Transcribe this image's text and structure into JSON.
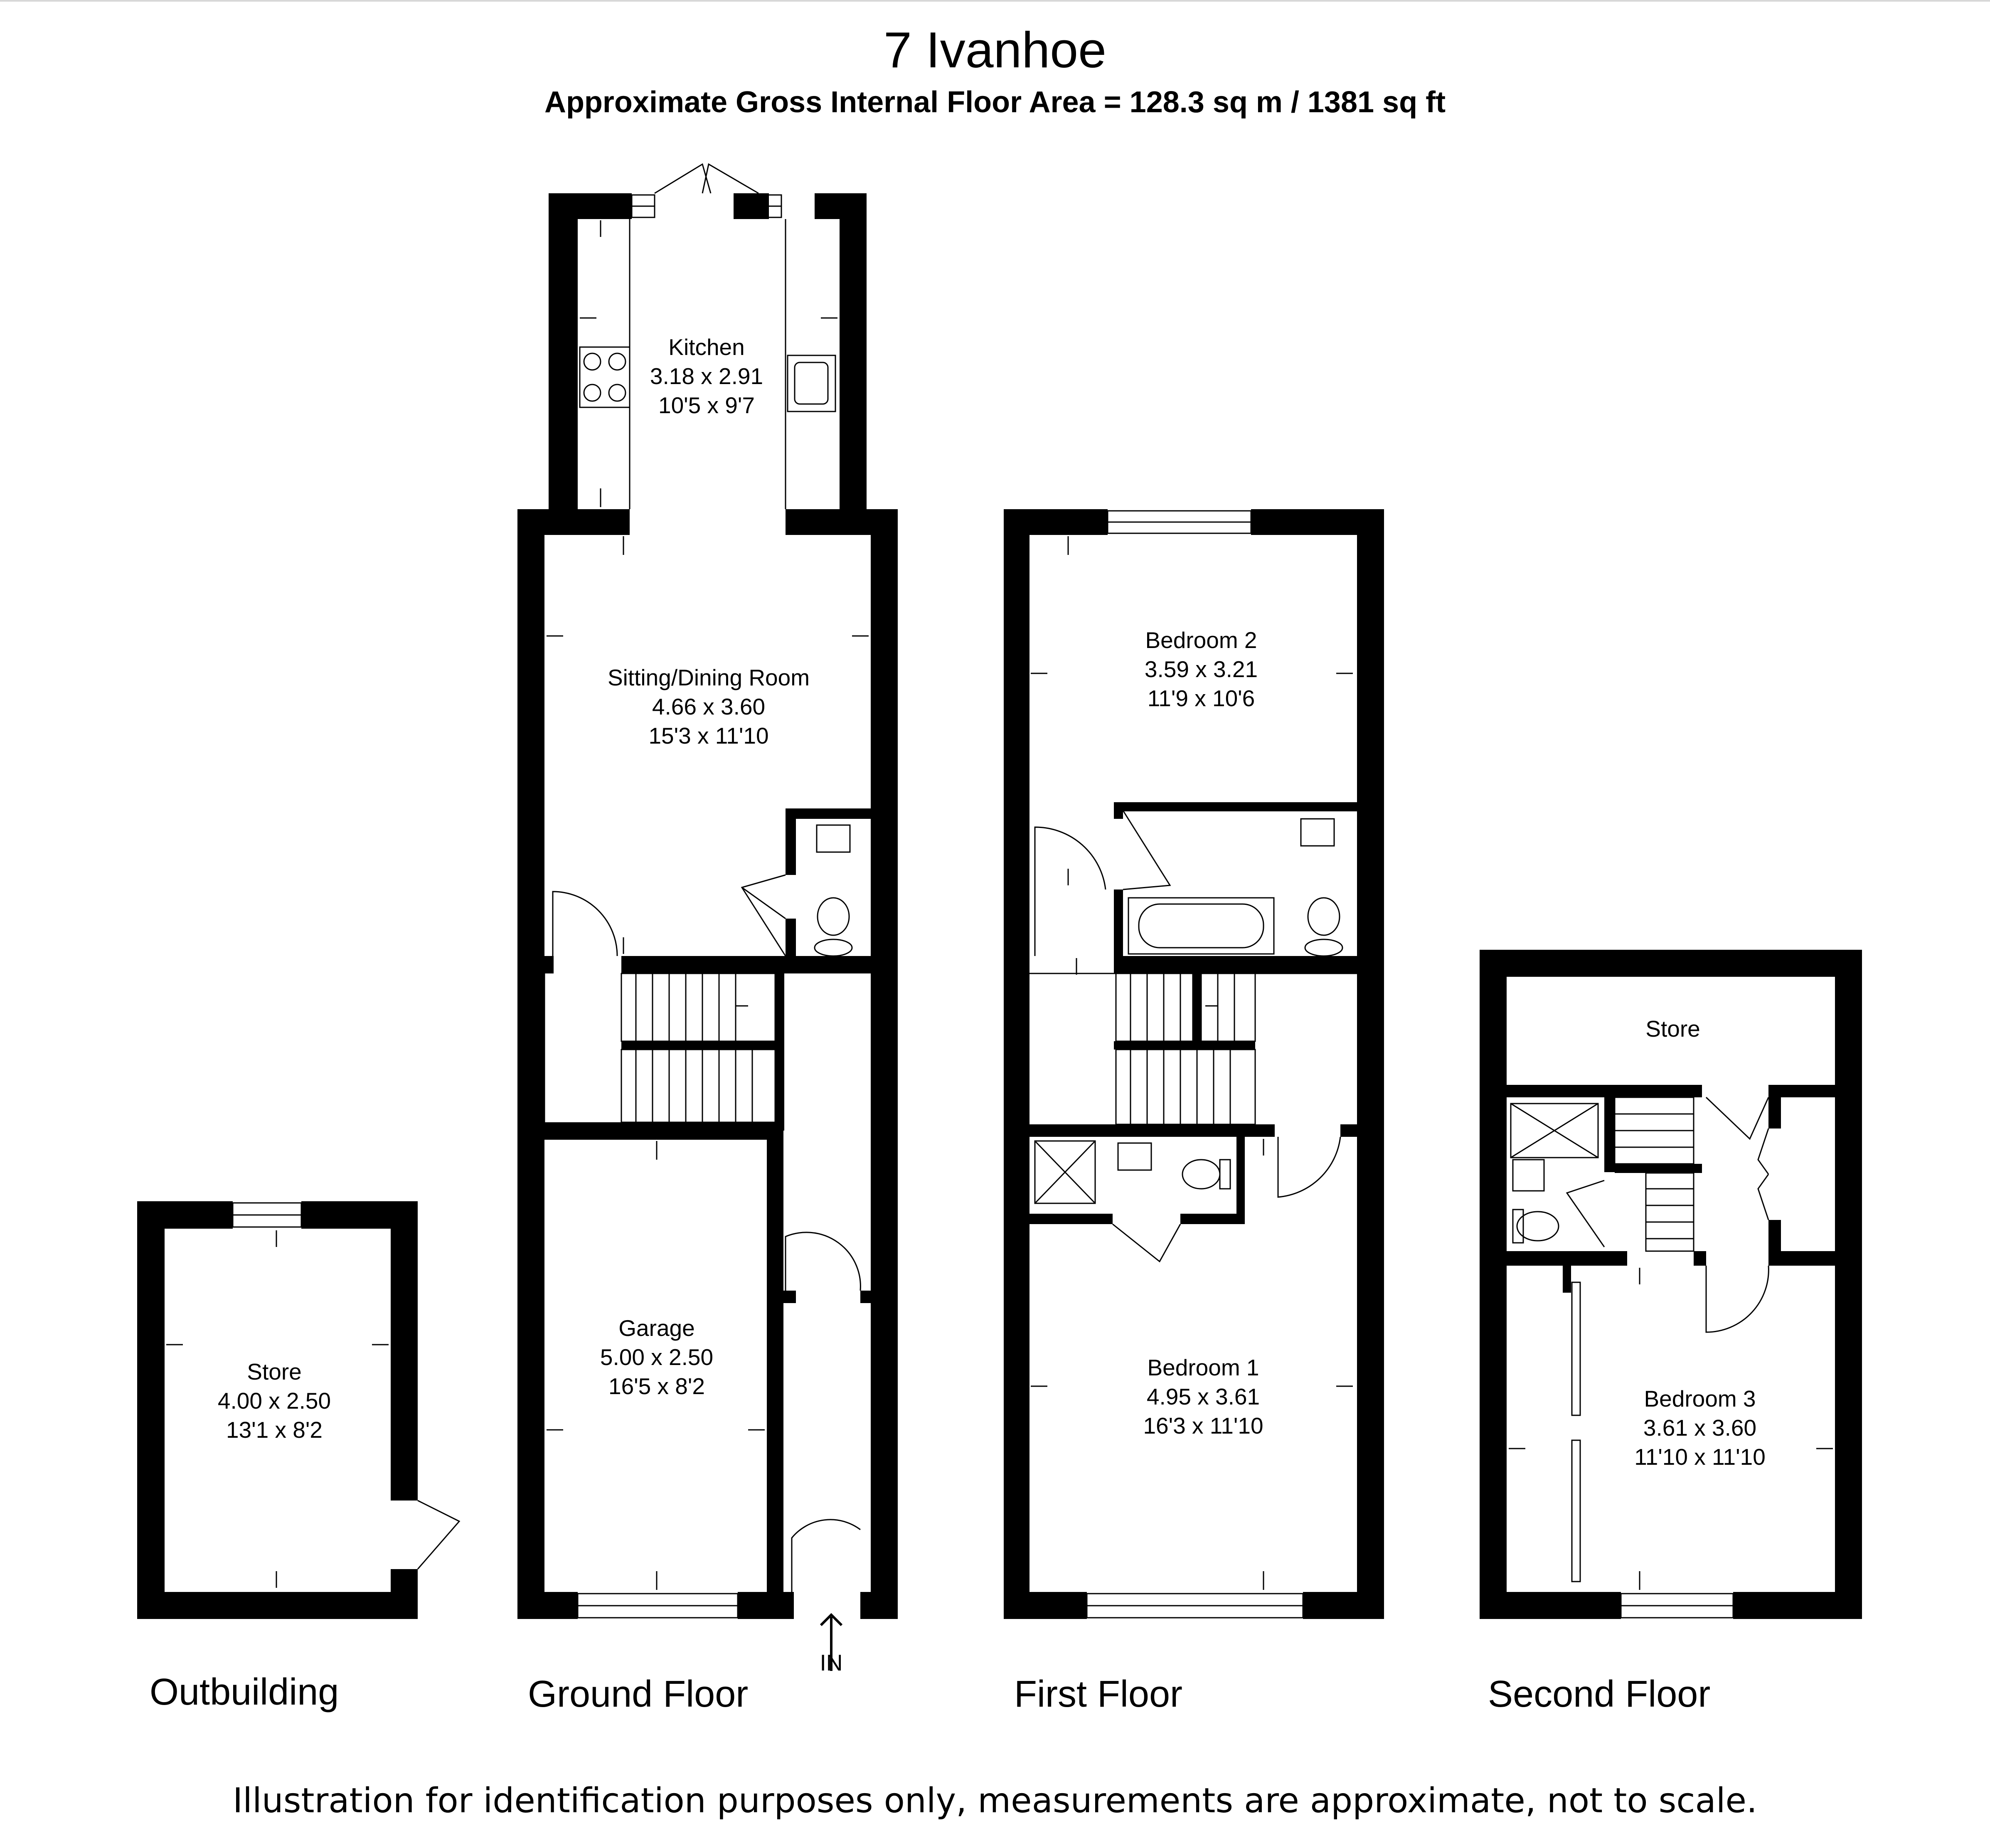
{
  "header": {
    "title": "7 Ivanhoe",
    "area": "Approximate Gross Internal Floor Area  = 128.3 sq m  / 1381 sq ft"
  },
  "floors": {
    "outbuilding": "Outbuilding",
    "ground": "Ground Floor",
    "first": "First Floor",
    "second": "Second Floor"
  },
  "rooms": {
    "kitchen": {
      "name": "Kitchen",
      "metric": "3.18 x 2.91",
      "imperial": "10'5 x 9'7"
    },
    "sitting": {
      "name": "Sitting/Dining Room",
      "metric": "4.66 x 3.60",
      "imperial": "15'3 x 11'10"
    },
    "garage": {
      "name": "Garage",
      "metric": "5.00 x 2.50",
      "imperial": "16'5 x 8'2"
    },
    "outstore": {
      "name": "Store",
      "metric": "4.00 x 2.50",
      "imperial": "13'1 x 8'2"
    },
    "bed2": {
      "name": "Bedroom 2",
      "metric": "3.59 x 3.21",
      "imperial": "11'9 x 10'6"
    },
    "bed1": {
      "name": "Bedroom 1",
      "metric": "4.95 x 3.61",
      "imperial": "16'3 x 11'10"
    },
    "bed3": {
      "name": "Bedroom 3",
      "metric": "3.61 x 3.60",
      "imperial": "11'10 x 11'10"
    },
    "store2": {
      "name": "Store"
    }
  },
  "entrance": "IN",
  "disclaimer": "Illustration for identification purposes only, measurements are approximate, not to scale."
}
